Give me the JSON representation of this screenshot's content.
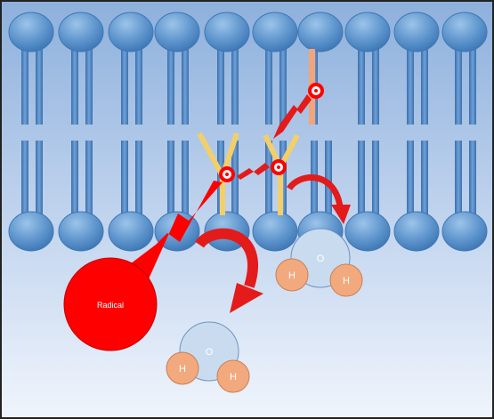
{
  "labels": {
    "radical": "Radical",
    "water_1": {
      "oxygen": "O",
      "hydrogen_left": "H",
      "hydrogen_right": "H"
    },
    "water_2": {
      "oxygen": "O",
      "hydrogen_left": "H",
      "hydrogen_right": "H"
    }
  },
  "colors": {
    "background_top": "#8fb0dc",
    "background_bottom": "#eef3fb",
    "lipid_head": "#5b93cb",
    "lipid_tail": "#4d82be",
    "oxidized_tail": "#f2a47b",
    "antioxidant": "#f3cf6a",
    "radical": "#ff0000",
    "electron_transfer": "#e31b1b",
    "oxygen": "#c9dcef",
    "hydrogen": "#f3a97e"
  },
  "icons": [
    "lightning-bolt-icon",
    "curved-arrow-icon",
    "radical-dot-icon"
  ]
}
